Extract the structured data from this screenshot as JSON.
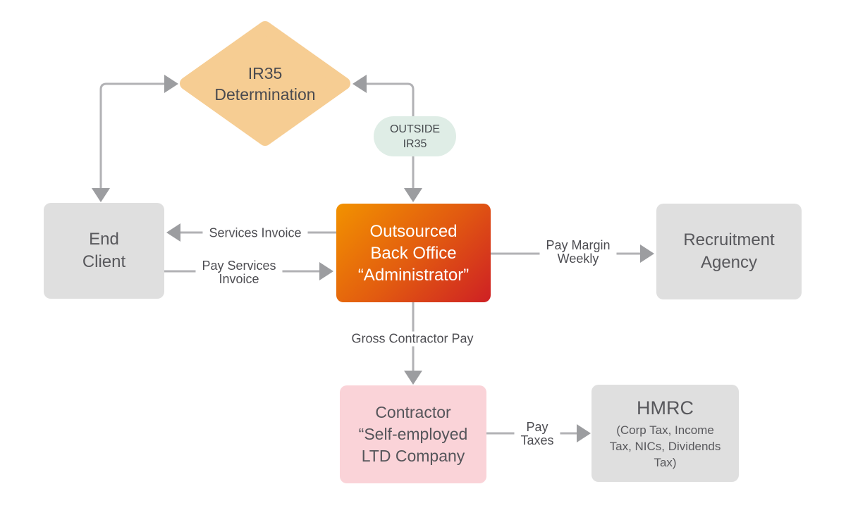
{
  "diagram": {
    "background": "#FFFFFF",
    "line_color": "#B2B2B5",
    "arrowhead_color": "#9C9DA0",
    "label_text_color": "#4D4D52"
  },
  "nodes": {
    "ir35_determination": {
      "shape": "diamond",
      "fill": "#F6CD93",
      "text_color": "#4A4A4F",
      "lines": [
        "IR35",
        "Determination"
      ]
    },
    "outside_ir35": {
      "shape": "pill",
      "fill": "#DFEDE6",
      "text_color": "#45494D",
      "lines": [
        "OUTSIDE",
        "IR35"
      ]
    },
    "end_client": {
      "shape": "rounded-rect",
      "fill": "#DFDFDF",
      "text_color": "#58585C",
      "lines": [
        "End",
        "Client"
      ]
    },
    "outsourced_back_office": {
      "shape": "rounded-rect",
      "fill_gradient_start": "#F29200",
      "fill_gradient_end": "#CE2024",
      "text_color": "#FFFFFF",
      "lines": [
        "Outsourced",
        "Back Office",
        "“Administrator”"
      ]
    },
    "recruitment_agency": {
      "shape": "rounded-rect",
      "fill": "#DFDFDF",
      "text_color": "#58585C",
      "lines": [
        "Recruitment",
        "Agency"
      ]
    },
    "contractor": {
      "shape": "rounded-rect",
      "fill": "#FAD3D8",
      "text_color": "#55555A",
      "lines": [
        "Contractor",
        "“Self-employed",
        "LTD Company"
      ]
    },
    "hmrc": {
      "shape": "rounded-rect",
      "fill": "#DFDFDF",
      "text_color": "#58585C",
      "title": "HMRC",
      "subtitle_lines": [
        "(Corp Tax, Income",
        "Tax, NICs, Dividends",
        "Tax)"
      ]
    }
  },
  "edges": {
    "end_client_ir35": {
      "from": "end_client",
      "to": "ir35_determination",
      "bidirectional": true,
      "label": ""
    },
    "ir35_administrator": {
      "from": "ir35_determination",
      "to": "outsourced_back_office",
      "bidirectional": true,
      "via": "outside_ir35",
      "label": ""
    },
    "services_invoice": {
      "from": "outsourced_back_office",
      "to": "end_client",
      "label": "Services Invoice"
    },
    "pay_services_invoice": {
      "from": "end_client",
      "to": "outsourced_back_office",
      "lines": [
        "Pay Services",
        "Invoice"
      ]
    },
    "pay_margin_weekly": {
      "from": "outsourced_back_office",
      "to": "recruitment_agency",
      "lines": [
        "Pay Margin",
        "Weekly"
      ]
    },
    "gross_contractor_pay": {
      "from": "outsourced_back_office",
      "to": "contractor",
      "label": "Gross Contractor Pay"
    },
    "pay_taxes": {
      "from": "contractor",
      "to": "hmrc",
      "lines": [
        "Pay",
        "Taxes"
      ]
    }
  }
}
